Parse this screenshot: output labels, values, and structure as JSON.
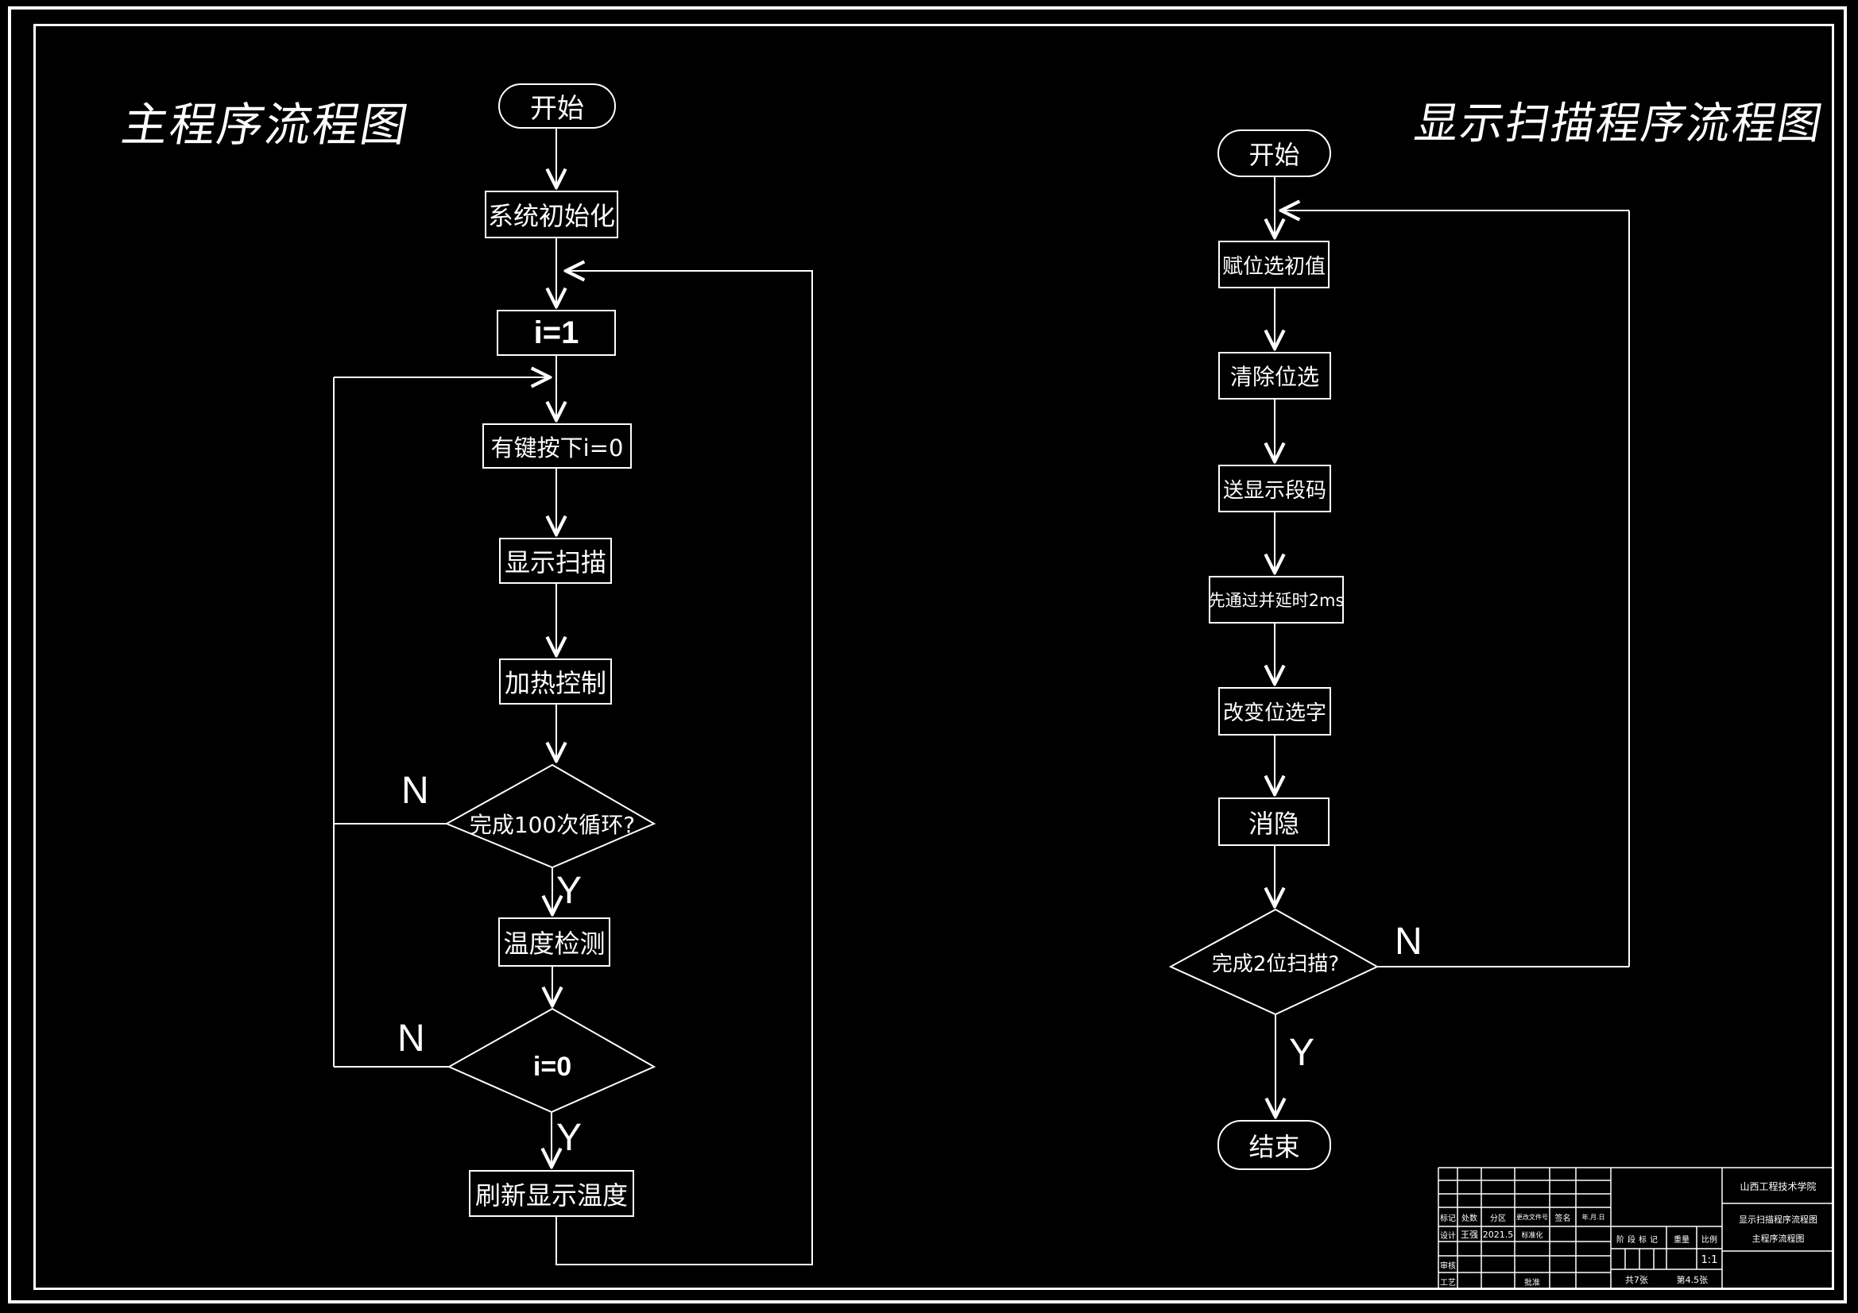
{
  "colors": {
    "background": "#000000",
    "line": "#ffffff"
  },
  "left_chart": {
    "title": "主程序流程图",
    "nodes": {
      "start": "开始",
      "init": "系统初始化",
      "set_i": "i=1",
      "key_press": "有键按下i=0",
      "display_scan": "显示扫描",
      "heat_control": "加热控制",
      "loop_decision": "完成100次循环?",
      "temp_detect": "温度检测",
      "i_decision": "i=0",
      "refresh_display": "刷新显示温度"
    },
    "branches": {
      "loop_no": "N",
      "loop_yes": "Y",
      "i_no": "N",
      "i_yes": "Y"
    }
  },
  "right_chart": {
    "title": "显示扫描程序流程图",
    "nodes": {
      "start": "开始",
      "assign_initial": "赋位选初值",
      "clear_bit_select": "清除位选",
      "send_segment_code": "送显示段码",
      "gate_delay": "先通过并延时2ms",
      "change_bit_select": "改变位选字",
      "blanking": "消隐",
      "scan_decision": "完成2位扫描?",
      "end": "结束"
    },
    "branches": {
      "scan_no": "N",
      "scan_yes": "Y"
    }
  },
  "title_block": {
    "school": "山西工程技术学院",
    "drawing_title_line1": "显示扫描程序流程图",
    "drawing_title_line2": "主程序流程图",
    "header_row": [
      "标记",
      "处数",
      "分区",
      "更改文件号",
      "签名",
      "年.月.日"
    ],
    "design_label": "设计",
    "designer": "王强",
    "date": "2021.5",
    "standardization_label": "标准化",
    "review_label": "审核",
    "process_label": "工艺",
    "approve_label": "批准",
    "stage_mark_label": "阶段标记",
    "weight_label": "重量",
    "scale_label": "比例",
    "scale_value": "1:1",
    "sheet_total": "共7张",
    "sheet_number": "第4.5张"
  }
}
